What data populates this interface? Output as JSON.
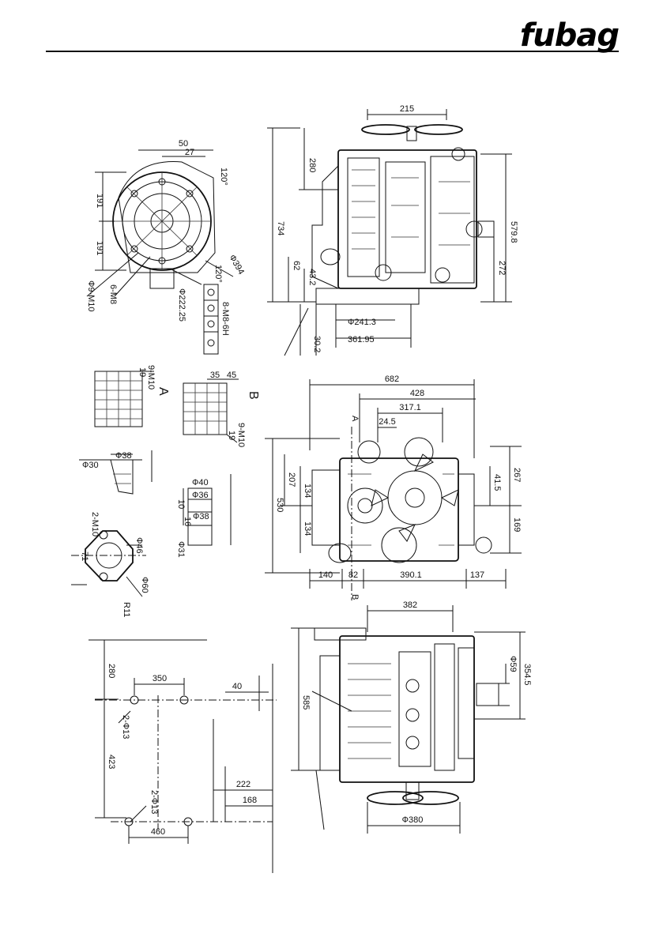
{
  "brand": {
    "logo_text": "fubag"
  },
  "side_view": {
    "dims": [
      "215",
      "280",
      "734",
      "579.8",
      "62",
      "43.2",
      "272",
      "Ф241.3",
      "361.95",
      "30.2"
    ]
  },
  "flywheel_view": {
    "dims": [
      "50",
      "27",
      "120°",
      "191",
      "191",
      "120°",
      "Ф394",
      "Ф9-M10",
      "6-M8",
      "Ф222.25",
      "8-M8-6H"
    ]
  },
  "details": {
    "detail_a": {
      "letter": "A",
      "label": "9-M10",
      "dim": "19"
    },
    "detail_b": {
      "letter": "B",
      "dims": [
        "35",
        "45"
      ],
      "label": "9-M10",
      "dim": "19"
    },
    "hose_outlet": {
      "dims": [
        "Ф30",
        "Ф38"
      ]
    },
    "hose_inlet": {
      "dims": [
        "Ф40",
        "Ф36",
        "Ф38",
        "10",
        "16",
        "Ф31"
      ]
    },
    "exhaust_flange": {
      "dims": [
        "2-M10",
        "Ф46",
        "Ф60",
        "R11",
        "71"
      ]
    }
  },
  "front_view": {
    "dims": [
      "682",
      "428",
      "317.1",
      "24.5",
      "207",
      "530",
      "134",
      "134",
      "41.5",
      "267",
      "169",
      "140",
      "82",
      "390.1",
      "137"
    ],
    "letters": [
      "A",
      "B"
    ]
  },
  "mount_plan": {
    "dims": [
      "280",
      "350",
      "40",
      "2-Ф13",
      "423",
      "2-Ф13",
      "222",
      "168",
      "460"
    ]
  },
  "top_view": {
    "dims": [
      "382",
      "585",
      "Ф59",
      "354.5",
      "Ф380"
    ]
  }
}
